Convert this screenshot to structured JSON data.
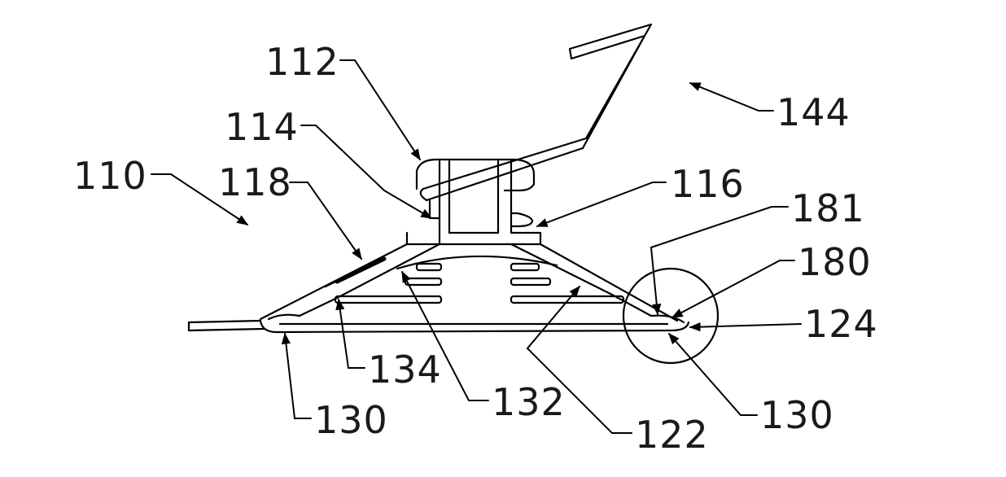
{
  "labels": {
    "l110": "110",
    "l112": "112",
    "l114": "114",
    "l116": "116",
    "l118": "118",
    "l122": "122",
    "l124": "124",
    "l130a": "130",
    "l130b": "130",
    "l132": "132",
    "l134": "134",
    "l144": "144",
    "l180": "180",
    "l181": "181"
  },
  "colors": {
    "line": "#000000",
    "background": "#ffffff"
  }
}
